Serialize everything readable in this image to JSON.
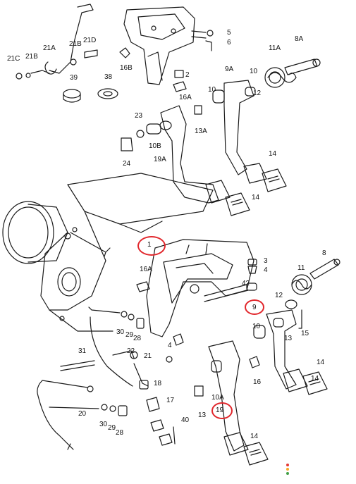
{
  "diagram": {
    "labels": [
      "21C",
      "21B",
      "21A",
      "21D",
      "21B",
      "39",
      "38",
      "16B",
      "2",
      "5",
      "6",
      "8A",
      "11A",
      "9A",
      "10",
      "10",
      "12",
      "16A",
      "13A",
      "23",
      "10B",
      "19A",
      "24",
      "14",
      "14",
      "1",
      "3",
      "4",
      "8",
      "11",
      "42",
      "12",
      "9",
      "10",
      "15",
      "13",
      "14",
      "16A",
      "30",
      "29",
      "28",
      "31",
      "22",
      "21",
      "4",
      "18",
      "16",
      "10A",
      "19",
      "17",
      "13",
      "20",
      "30",
      "29",
      "28",
      "40",
      "14",
      "14"
    ],
    "highlighted_labels": [
      "1",
      "9",
      "19"
    ],
    "highlight_color": "#e1262b",
    "line_color": "#1a1a1a",
    "status_dots": [
      "#e53935",
      "#f9a825",
      "#43a047"
    ]
  }
}
